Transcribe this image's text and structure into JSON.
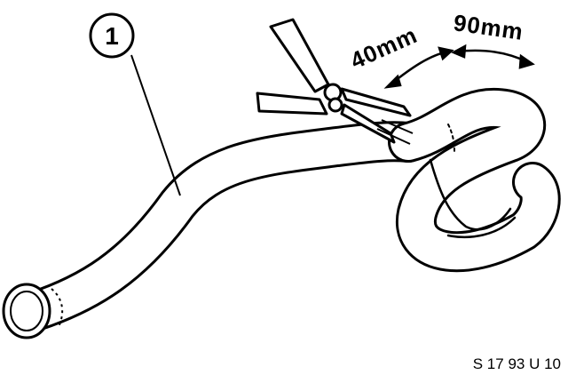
{
  "callout": {
    "number": "1"
  },
  "dimensions": {
    "first": "40mm",
    "second": "90mm"
  },
  "figure_code": "S 17 93 U 10",
  "colors": {
    "ink": "#000000",
    "paper": "#ffffff"
  }
}
